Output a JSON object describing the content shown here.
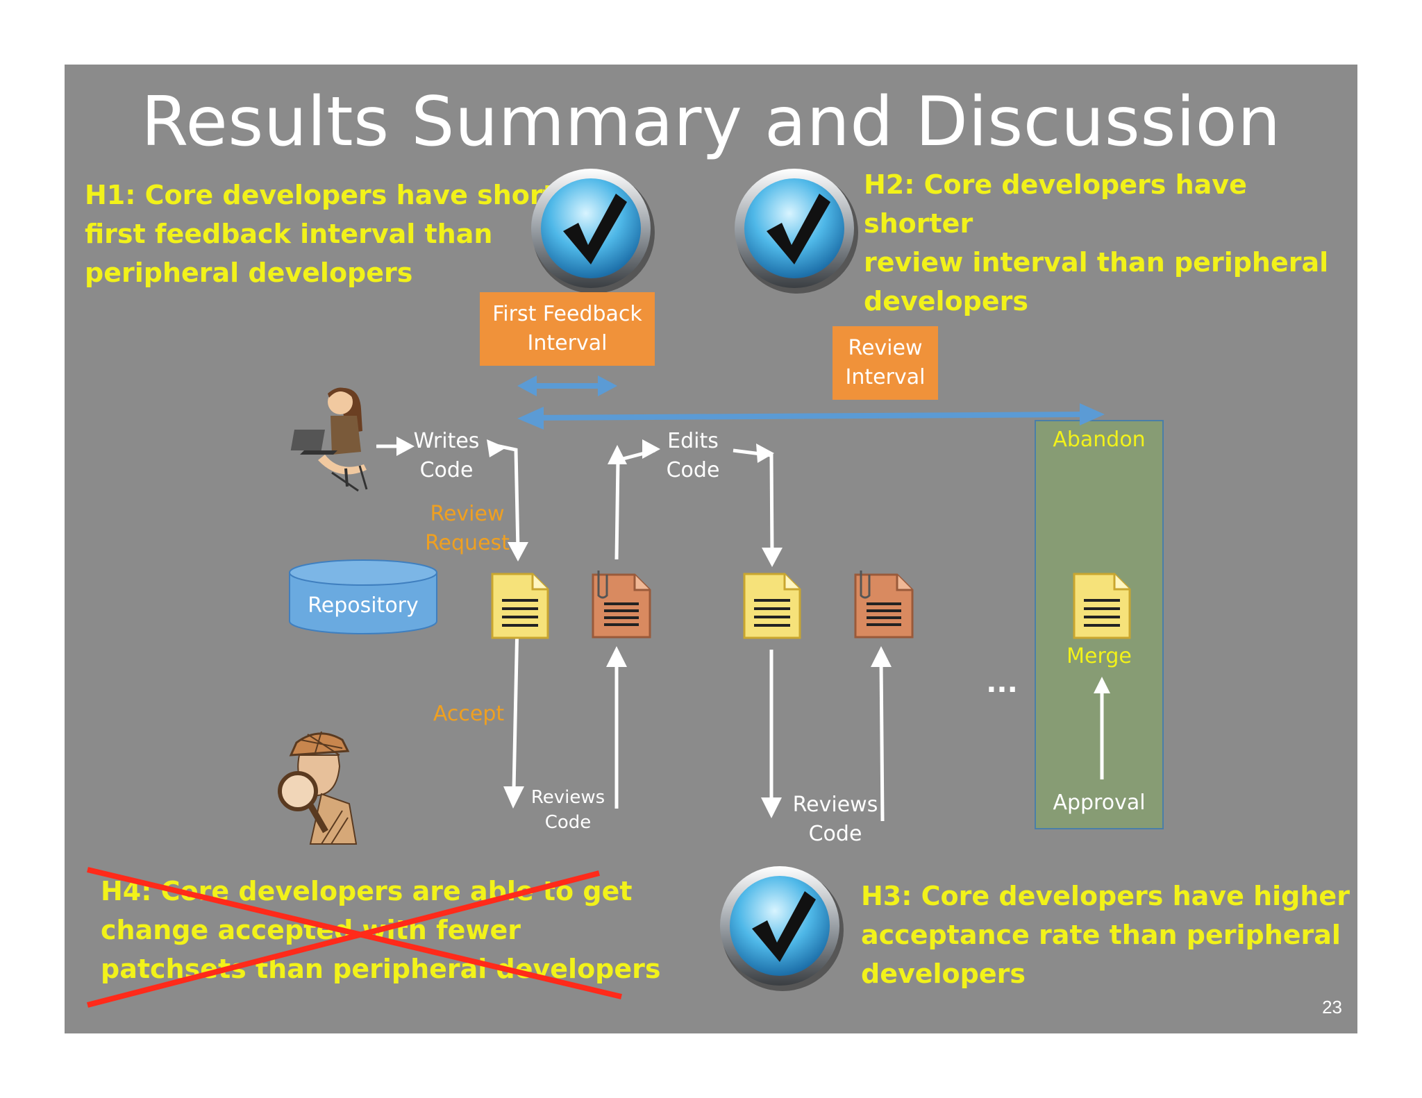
{
  "title": "Results Summary and Discussion",
  "hypotheses": {
    "h1": "H1: Core developers have shorter\nfirst feedback interval than\nperipheral developers",
    "h2": "H2: Core developers have shorter\nreview interval than peripheral\ndevelopers",
    "h3": "H3: Core developers have higher\nacceptance rate than peripheral\ndevelopers",
    "h4": "H4: Core developers are able to get\nchange accepted with fewer\npatchsets than peripheral developers"
  },
  "boxes": {
    "first_feedback": "First Feedback\nInterval",
    "review_interval": "Review\nInterval"
  },
  "labels": {
    "writes_code": "Writes\nCode",
    "edits_code": "Edits\nCode",
    "review_request": "Review\nRequest",
    "repository": "Repository",
    "accept": "Accept",
    "reviews_code_1": "Reviews\nCode",
    "reviews_code_2": "Reviews\nCode",
    "ellipsis": "...",
    "abandon": "Abandon",
    "merge": "Merge",
    "approval": "Approval"
  },
  "page_number": "23",
  "colors": {
    "background": "#8b8b8b",
    "hypothesis_text": "#f2f21a",
    "orange_box": "#f0923a",
    "green_panel": "#879c74",
    "blue_arrow": "#5b9bd5",
    "cross": "#ff2a1a"
  },
  "icons": [
    "checkmark-badge-icon",
    "developer-laptop-icon",
    "reviewer-magnifier-icon",
    "document-icon",
    "clipboard-document-icon",
    "repository-cylinder-icon"
  ]
}
